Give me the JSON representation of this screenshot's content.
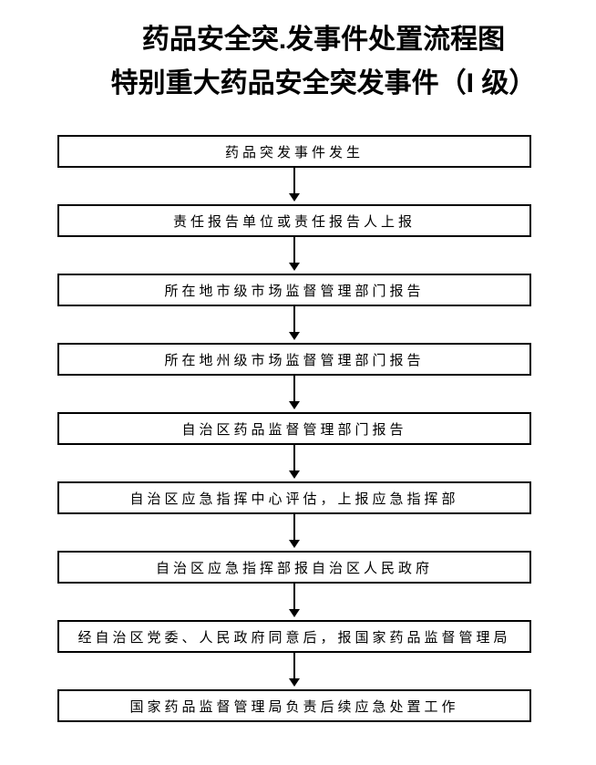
{
  "heading": {
    "title": "药品安全突.发事件处置流程图",
    "subtitle": "特别重大药品安全突发事件（I 级）"
  },
  "flow": {
    "steps": [
      {
        "label": "药品突发事件发生"
      },
      {
        "label": "责任报告单位或责任报告人上报"
      },
      {
        "label": "所在地市级市场监督管理部门报告"
      },
      {
        "label": "所在地州级市场监督管理部门报告"
      },
      {
        "label": "自治区药品监督管理部门报告"
      },
      {
        "label": "自治区应急指挥中心评估，上报应急指挥部"
      },
      {
        "label": "自治区应急指挥部报自治区人民政府"
      },
      {
        "label": "经自治区党委、人民政府同意后，报国家药品监督管理局"
      },
      {
        "label": "国家药品监督管理局负责后续应急处置工作"
      }
    ],
    "connector": "arrow-down"
  },
  "colors": {
    "background": "#ffffff",
    "border": "#000000",
    "text": "#000000"
  }
}
